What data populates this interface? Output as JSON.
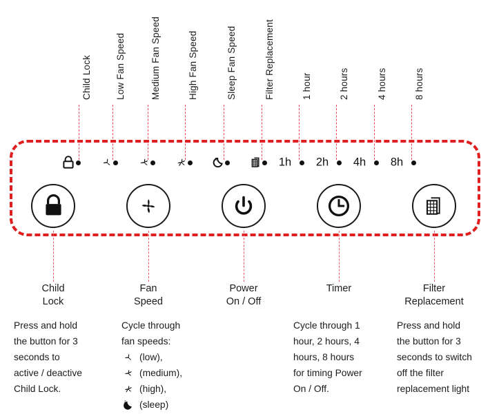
{
  "colors": {
    "panel_border": "#e02020",
    "leader_line": "#e8425a",
    "ink": "#1b1b1b",
    "led": "#111111"
  },
  "top_labels": [
    {
      "text": "Child  Lock",
      "icon": "lock-icon"
    },
    {
      "text": "Low Fan Speed",
      "icon": "fan-low-icon"
    },
    {
      "text": "Medium Fan Speed",
      "icon": "fan-medium-icon"
    },
    {
      "text": "High Fan Speed",
      "icon": "fan-high-icon"
    },
    {
      "text": "Sleep Fan Speed",
      "icon": "sleep-moon-icon"
    },
    {
      "text": "Filter Replacement",
      "icon": "filter-icon"
    },
    {
      "text": "1 hour",
      "icon": "timer-1h-text"
    },
    {
      "text": "2 hours",
      "icon": "timer-2h-text"
    },
    {
      "text": "4 hours",
      "icon": "timer-4h-text"
    },
    {
      "text": "8 hours",
      "icon": "timer-8h-text"
    }
  ],
  "indicator_row": {
    "icons": [
      "lock-icon",
      "fan-low-icon",
      "fan-medium-icon",
      "fan-high-icon",
      "sleep-moon-icon",
      "filter-icon"
    ],
    "hour_labels": [
      "1h",
      "2h",
      "4h",
      "8h"
    ],
    "led_count": 10
  },
  "buttons": [
    {
      "icon": "lock-icon",
      "name": "Child\nLock",
      "description": "Press and hold\nthe button for 3\nseconds to\nactive / deactive\nChild Lock."
    },
    {
      "icon": "fan-icon",
      "name": "Fan\nSpeed",
      "description": "Cycle through\nfan speeds:"
    },
    {
      "icon": "power-icon",
      "name": "Power\nOn / Off",
      "description": ""
    },
    {
      "icon": "clock-icon",
      "name": "Timer",
      "description": "Cycle through 1\nhour, 2 hours, 4\nhours, 8 hours\nfor timing Power\nOn / Off."
    },
    {
      "icon": "filter-icon",
      "name": "Filter\nReplacement",
      "description": "Press and hold\nthe button for 3\nseconds to switch\noff the filter\nreplacement light"
    }
  ],
  "fan_speed_legend": [
    {
      "icon": "fan-low-icon",
      "label": "(low),"
    },
    {
      "icon": "fan-medium-icon",
      "label": "(medium),"
    },
    {
      "icon": "fan-high-icon",
      "label": "(high),"
    },
    {
      "icon": "sleep-moon-icon",
      "label": "(sleep)"
    }
  ]
}
